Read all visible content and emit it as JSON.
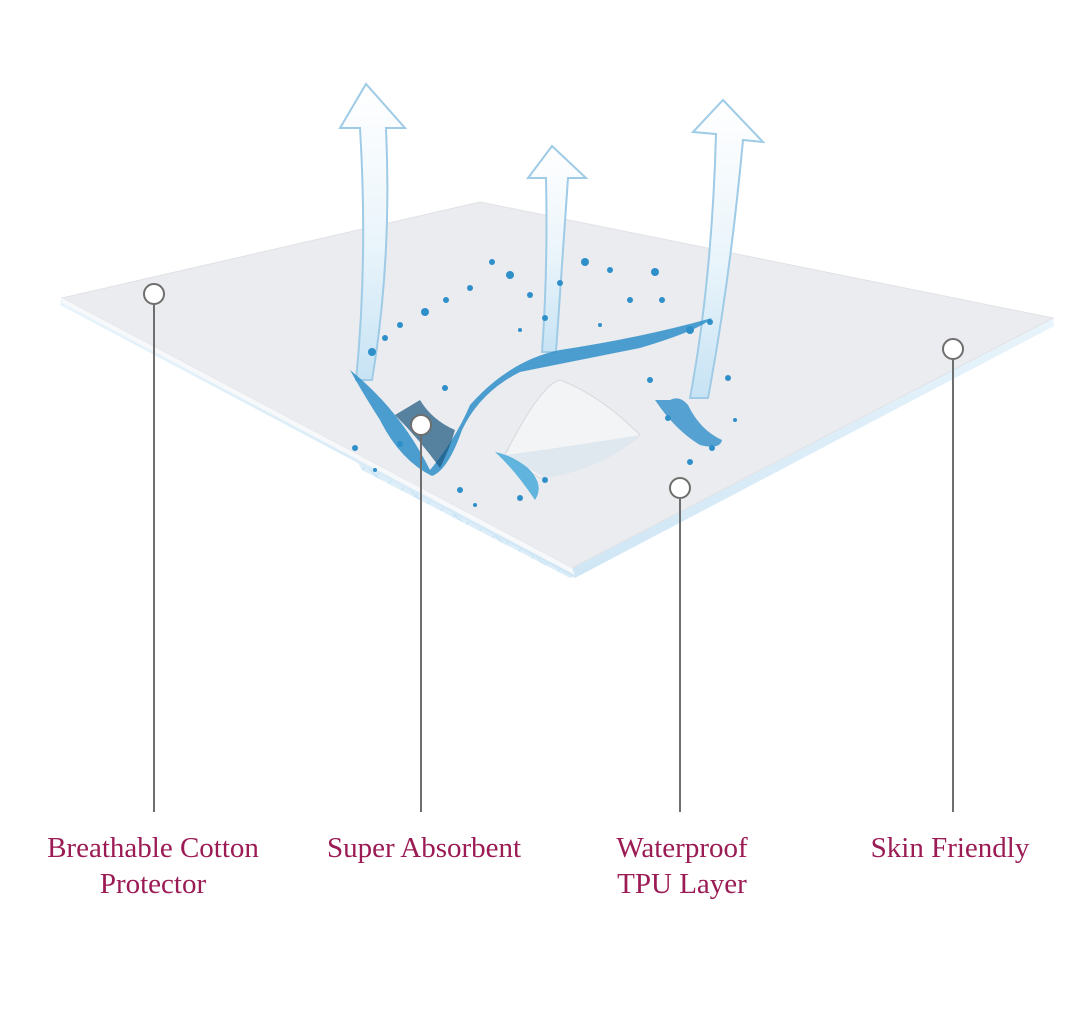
{
  "colors": {
    "label_text": "#9b1b54",
    "callout_line": "#6e6e6e",
    "sheet_top": "#eaebee",
    "sheet_edge": "#d4e9f6",
    "water": "#2f8fc9",
    "water_dark": "#17557f"
  },
  "callouts": [
    {
      "lines": [
        "Breathable Cotton",
        "Protector"
      ]
    },
    {
      "lines": [
        "Super Absorbent"
      ]
    },
    {
      "lines": [
        "Waterproof",
        "TPU Layer"
      ]
    },
    {
      "lines": [
        "Skin Friendly"
      ]
    }
  ]
}
